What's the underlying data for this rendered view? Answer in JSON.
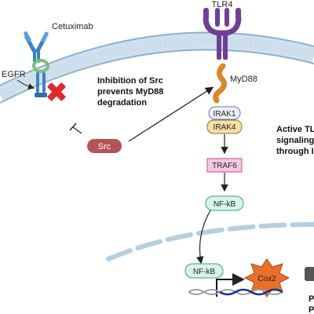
{
  "labels": {
    "cetuximab": "Cetuximab",
    "egfr": "EGFR",
    "tlr4": "TLR4",
    "myd88": "MyD88",
    "inhibition_line1": "Inhibition of Src",
    "inhibition_line2": "prevents MyD88",
    "inhibition_line3": "degradation",
    "src": "Src",
    "irak1": "IRAK1",
    "irak4": "IRAK4",
    "traf6": "TRAF6",
    "nfkb_cytoplasm": "NF-kB",
    "nfkb_nucleus": "NF-kB",
    "cox2": "Cox2",
    "active_line1": "Active TL",
    "active_line2": "signaling",
    "active_line3": "through I",
    "cut_text1": "P",
    "cut_text2": "P"
  },
  "colors": {
    "membrane": "#a9c6de",
    "receptor_blue": "#3b82c4",
    "receptor_green": "#7cc07a",
    "inhibit_red": "#e1262e",
    "tlr4_purple": "#6f3f98",
    "myd88_orange": "#d9862a",
    "src_fill": "#b5525a",
    "irak1_fill": "#eef1fb",
    "irak4_fill": "#f5dfa3",
    "traf6_fill": "#f6c7e2",
    "nfkb_fill": "#d9f2ec",
    "cox2_fill": "#e8702a",
    "nucleus_dash": "#b4cfe2",
    "dna_blue": "#1f2f8f"
  }
}
